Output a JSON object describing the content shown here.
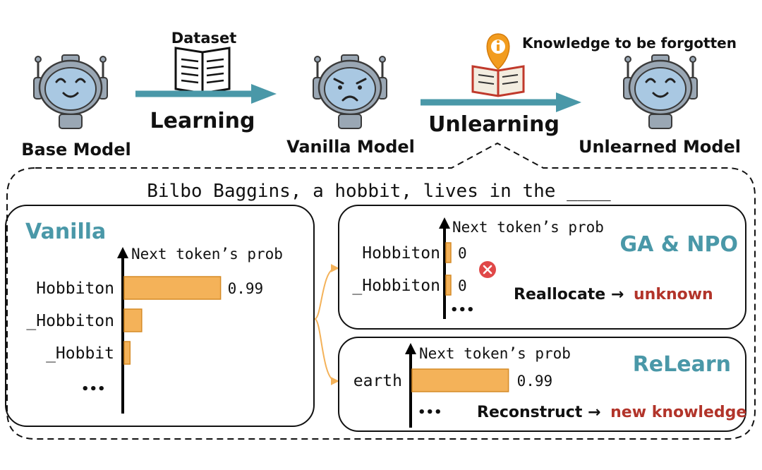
{
  "colors": {
    "teal": "#4a98a8",
    "arrow": "#4a98a8",
    "bar": "#f4b259",
    "bar_stroke": "#d58b27",
    "red": "#b2342a",
    "robot_face": "#a9c8e2",
    "robot_body": "#9aa7b4",
    "robot_dark": "#3a3a3a"
  },
  "pipeline": {
    "base_model": "Base Model",
    "vanilla_model": "Vanilla Model",
    "unlearned_model": "Unlearned Model",
    "dataset": "Dataset",
    "learning": "Learning",
    "unlearning": "Unlearning",
    "forgotten": "Knowledge to be forgotten",
    "icons": [
      "robot-happy-icon",
      "book-icon",
      "robot-sad-icon",
      "book-info-icon",
      "robot-happy-icon"
    ]
  },
  "prompt": "Bilbo Baggins, a hobbit, lives in the ____",
  "vanilla": {
    "title": "Vanilla",
    "axis_label": "Next token’s prob",
    "tokens": [
      "Hobbiton",
      "_Hobbiton",
      "_Hobbit"
    ],
    "values": [
      0.99,
      0.18,
      0.06
    ],
    "value_labels": [
      "0.99",
      "",
      ""
    ],
    "ellipsis": "•••"
  },
  "ga_npo": {
    "title": "GA & NPO",
    "axis_label": "Next token’s prob",
    "tokens": [
      "Hobbiton",
      "_Hobbiton"
    ],
    "values": [
      0,
      0
    ],
    "value_labels": [
      "0",
      "0"
    ],
    "ellipsis": "•••",
    "note_prefix": "Reallocate →",
    "note_highlight": "unknown"
  },
  "relearn": {
    "title": "ReLearn",
    "axis_label": "Next token’s prob",
    "tokens": [
      "earth"
    ],
    "values": [
      0.99
    ],
    "value_labels": [
      "0.99"
    ],
    "ellipsis": "•••",
    "note_prefix": "Reconstruct →",
    "note_highlight": "new knowledge"
  }
}
